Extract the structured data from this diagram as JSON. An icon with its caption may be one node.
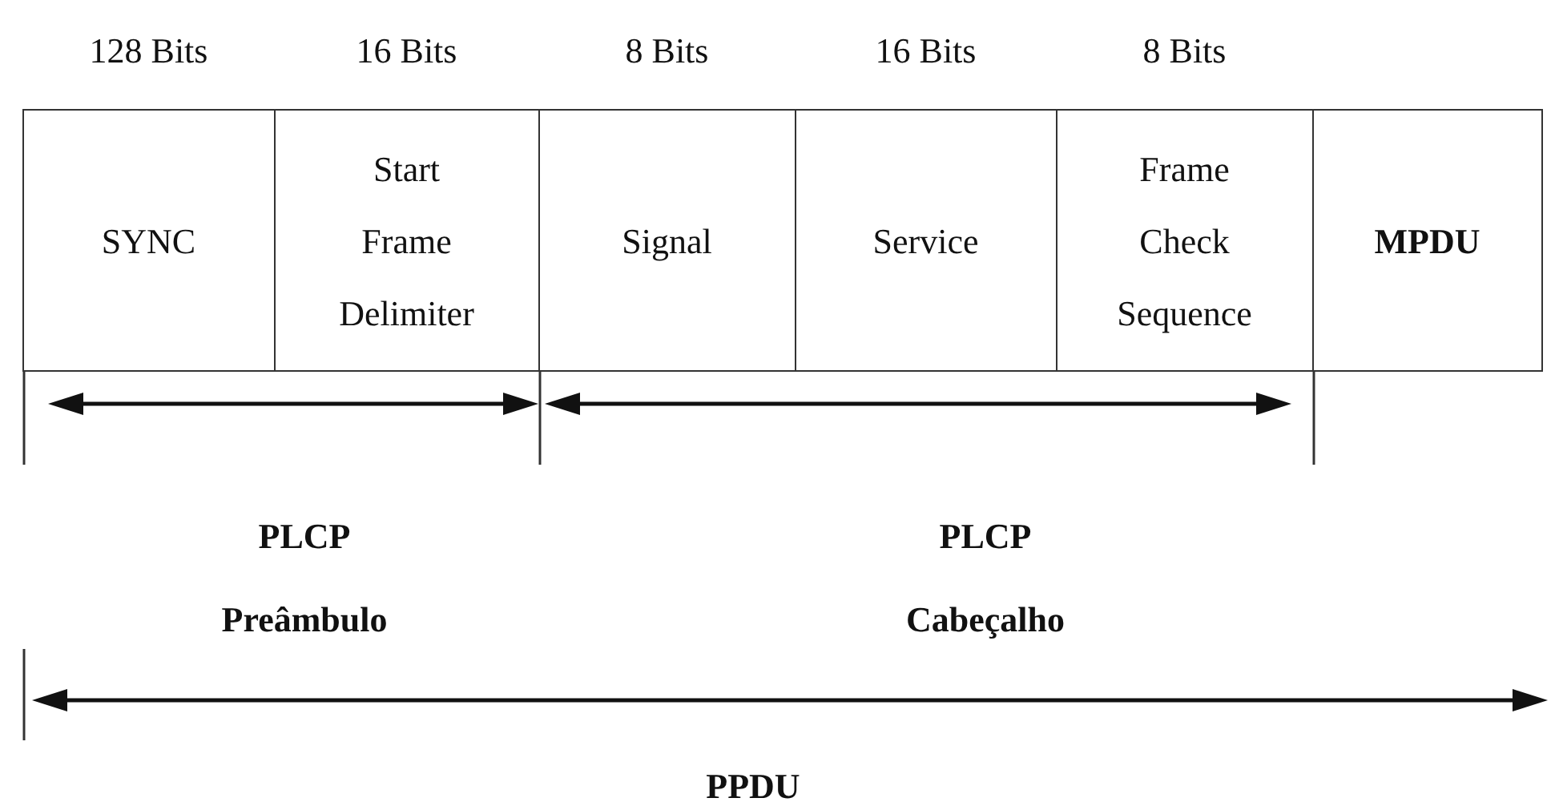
{
  "diagram": {
    "nodes": [
      {
        "text": [
          "SYNC"
        ],
        "beside": [
          "128 Bits"
        ]
      },
      {
        "text": [
          "Start Frame Delimiter"
        ],
        "beside": [
          "16 Bits"
        ]
      },
      {
        "text": [
          "Signal"
        ],
        "beside": [
          "8 Bits"
        ]
      },
      {
        "text": [
          "Service"
        ],
        "beside": [
          "16 Bits"
        ]
      },
      {
        "text": [
          "Frame Check Sequence"
        ],
        "beside": [
          "8 Bits"
        ]
      },
      {
        "text": [
          "MPDU"
        ]
      }
    ],
    "labels": [
      "PLCP",
      "Preâmbulo",
      "PLCP",
      "Cabeçalho",
      "PPDU"
    ]
  }
}
